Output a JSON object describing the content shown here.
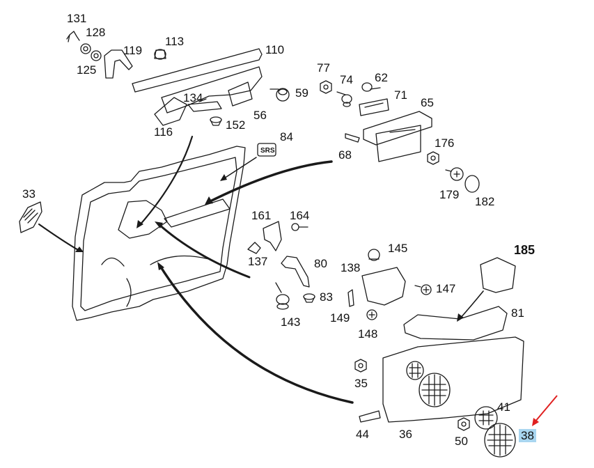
{
  "callouts": {
    "c131": "131",
    "c128": "128",
    "c125": "125",
    "c119": "119",
    "c113": "113",
    "c110": "110",
    "c134": "134",
    "c116": "116",
    "c56": "56",
    "c152": "152",
    "c77": "77",
    "c74": "74",
    "c62": "62",
    "c59": "59",
    "c71": "71",
    "c65": "65",
    "c84": "84",
    "c68": "68",
    "c176": "176",
    "c179": "179",
    "c182": "182",
    "c33": "33",
    "c161": "161",
    "c164": "164",
    "c137": "137",
    "c80": "80",
    "c145": "145",
    "c185": "185",
    "c138": "138",
    "c147": "147",
    "c83": "83",
    "c143": "143",
    "c149": "149",
    "c148": "148",
    "c81": "81",
    "c35": "35",
    "c41": "41",
    "c44": "44",
    "c36": "36",
    "c50": "50",
    "c38": "38"
  },
  "badge_text": "SRS",
  "colors": {
    "line": "#1a1a1a",
    "highlight": "#a9d6f0",
    "arrow": "#e02020"
  }
}
